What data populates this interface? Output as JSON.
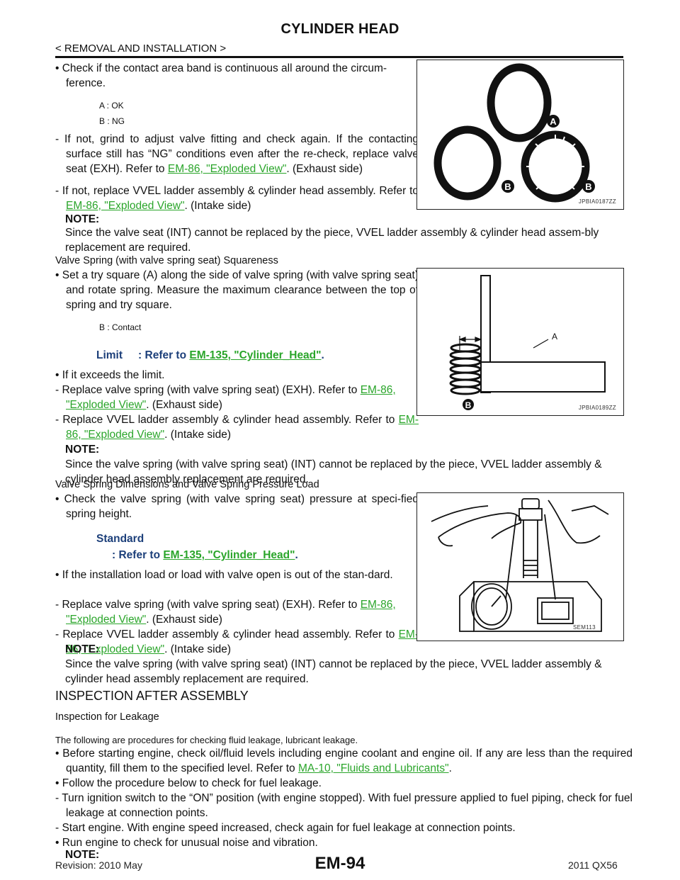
{
  "header": {
    "title": "CYLINDER HEAD",
    "breadcrumb": "< REMOVAL AND INSTALLATION >"
  },
  "sec1": {
    "bullet1": "• Check if the contact area band is continuous all around the circum-ference.",
    "legend_a": "A    : OK",
    "legend_b": "B    : NG",
    "dash1_pre": "- If not, grind to adjust valve fitting and check again. If the contacting surface still has “NG” conditions even after the re-check, replace valve seat (EXH). Refer to ",
    "dash1_link": "EM-86, \"Exploded View\"",
    "dash1_post": ". (Exhaust side)",
    "dash2_pre": "- If not, replace VVEL ladder assembly & cylinder head assembly. Refer to ",
    "dash2_link": "EM-86, \"Exploded View\"",
    "dash2_post": ". (Intake side)",
    "note_label": "NOTE:",
    "note_text": "Since the valve seat (INT) cannot be replaced by the piece, VVEL ladder assembly & cylinder head assem-bly replacement are required.",
    "fig_code": "JPBIA0187ZZ",
    "fig_labels": {
      "a": "A",
      "b": "B"
    }
  },
  "sec2": {
    "heading": "Valve Spring (with valve spring seat) Squareness",
    "bullet1": "• Set a try square (A) along the side of valve spring (with valve spring seat) and rotate spring. Measure the maximum clearance between the top of spring and try square.",
    "legend_b": "B    : Contact",
    "limit_label": "Limit",
    "limit_pre": ": Refer to ",
    "limit_link": "EM-135, \"Cylinder_Head\"",
    "limit_post": ".",
    "bullet2": "• If it exceeds the limit.",
    "dash1_pre": "- Replace valve spring (with valve spring seat) (EXH). Refer to ",
    "dash1_link": "EM-86, \"Exploded View\"",
    "dash1_post": ". (Exhaust side)",
    "dash2_pre": "- Replace VVEL ladder assembly & cylinder head assembly. Refer to ",
    "dash2_link": "EM-86, \"Exploded View\"",
    "dash2_post": ". (Intake side)",
    "note_label": "NOTE:",
    "note_text": "Since the valve spring (with valve spring seat) (INT) cannot be replaced by the piece, VVEL ladder assembly & cylinder head assembly replacement are required.",
    "fig_code": "JPBIA0189ZZ",
    "fig_labels": {
      "a": "A",
      "b": "B"
    }
  },
  "sec3": {
    "heading": "Valve Spring Dimensions and Valve Spring Pressure Load",
    "bullet1": "• Check the valve spring (with valve spring seat) pressure at speci-fied spring height.",
    "std_label": "Standard",
    "std_pre": ": Refer to ",
    "std_link": "EM-135, \"Cylinder_Head\"",
    "std_post": ".",
    "bullet2": "• If the installation load or load with valve open is out of the stan-dard.",
    "dash1_pre": "- Replace valve spring (with valve spring seat) (EXH). Refer to ",
    "dash1_link": "EM-86, \"Exploded View\"",
    "dash1_post": ". (Exhaust side)",
    "dash2_pre": "- Replace VVEL ladder assembly & cylinder head assembly. Refer to ",
    "dash2_link": "EM-86, \"Exploded View\"",
    "dash2_post": ". (Intake side)",
    "note_label": "NOTE:",
    "note_text": "Since the valve spring (with valve spring seat) (INT) cannot be replaced by the piece, VVEL ladder assembly & cylinder head assembly replacement are required.",
    "fig_code": "SEM113"
  },
  "sec4": {
    "heading": "INSPECTION AFTER ASSEMBLY",
    "subheading": "Inspection for Leakage",
    "intro": "The following are procedures for checking fluid leakage, lubricant leakage.",
    "bullet1_pre": "• Before starting engine, check oil/fluid levels including engine coolant and engine oil. If any are less than the required quantity, fill them to the specified level. Refer to ",
    "bullet1_link": "MA-10, \"Fluids and Lubricants\"",
    "bullet1_post": ".",
    "bullet2": "• Follow the procedure below to check for fuel leakage.",
    "dash1": "- Turn ignition switch to the “ON” position (with engine stopped). With fuel pressure applied to fuel piping, check for fuel leakage at connection points.",
    "dash2": "- Start engine. With engine speed increased, check again for fuel leakage at connection points.",
    "bullet3": "• Run engine to check for unusual noise and vibration.",
    "note_label": "NOTE:"
  },
  "footer": {
    "revision": "Revision: 2010 May",
    "page": "EM-94",
    "model": "2011 QX56"
  }
}
